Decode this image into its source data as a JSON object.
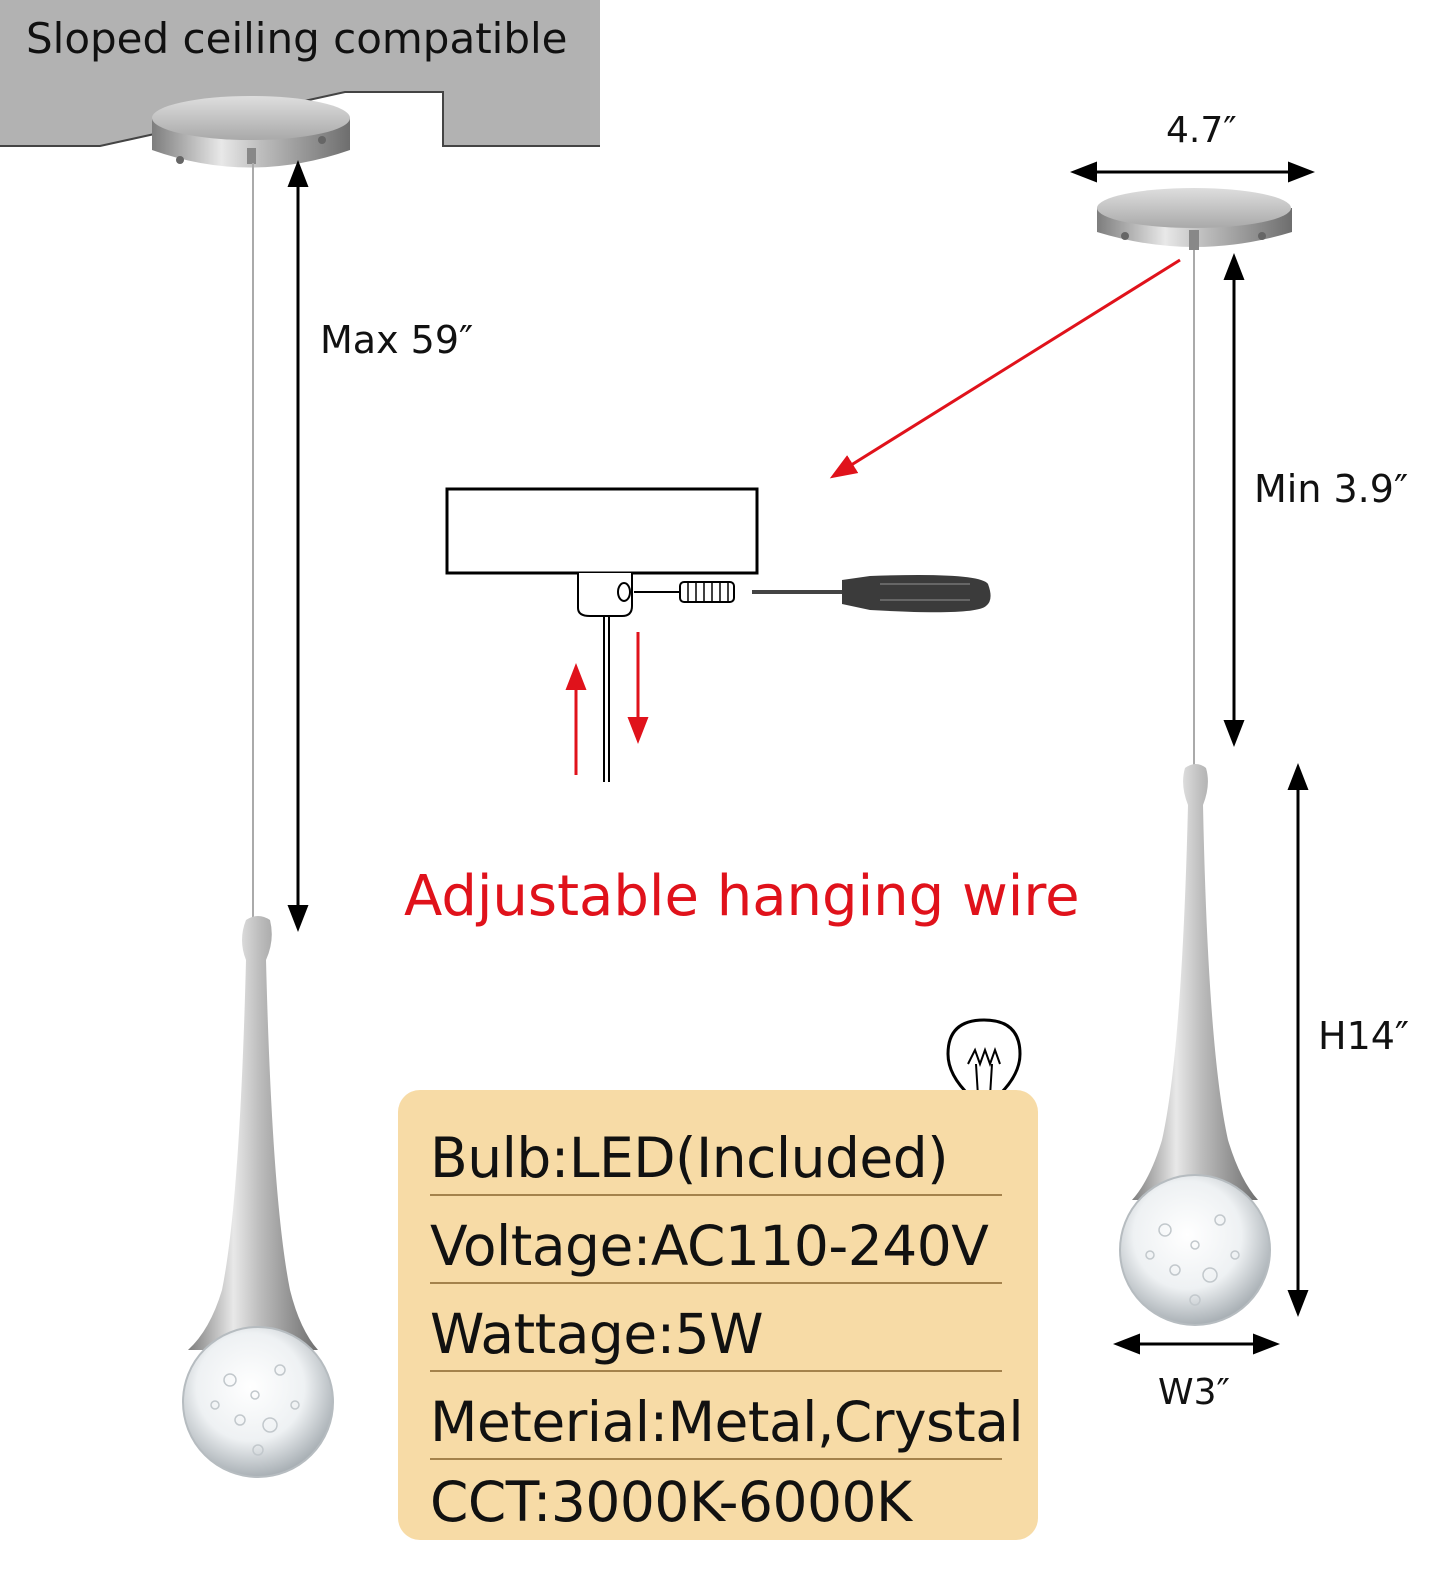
{
  "ceiling": {
    "title": "Sloped ceiling compatible",
    "color": "#b2b2b2"
  },
  "dimensions": {
    "max_wire": "Max 59″",
    "canopy_width": "4.7″",
    "min_wire": "Min 3.9″",
    "height": "H14″",
    "width": "W3″"
  },
  "adjust": {
    "caption": "Adjustable hanging wire",
    "accent_color": "#e0121b"
  },
  "specs": {
    "icon": "bulb-icon",
    "background_color": "#f7dba6",
    "rows": [
      "Bulb:LED(Included)",
      "Voltage:AC110-240V",
      "Wattage:5W",
      "Meterial:Metal,Crystal",
      "CCT:3000K-6000K"
    ]
  }
}
